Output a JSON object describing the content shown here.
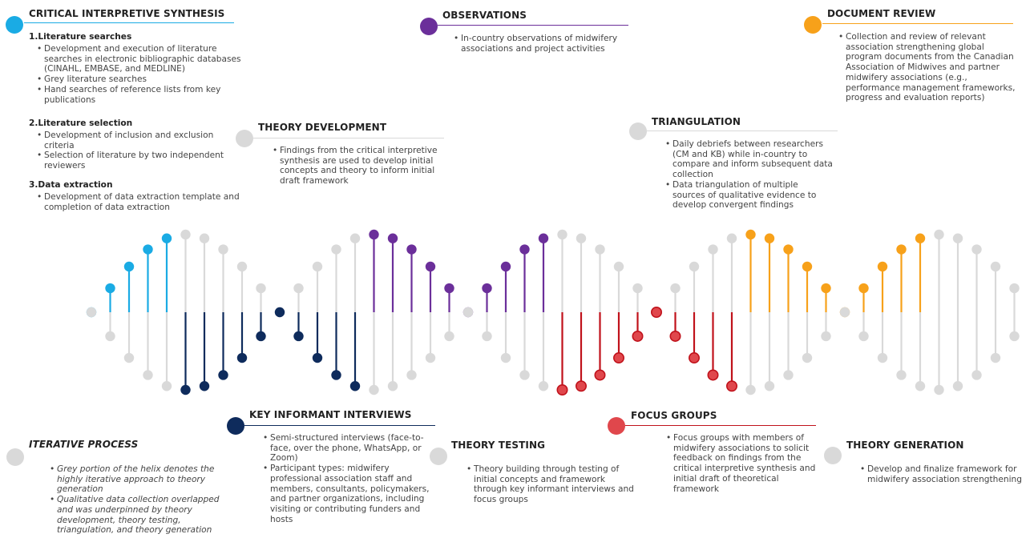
{
  "colors": {
    "blue": "#1aabe4",
    "navy": "#0e2b5c",
    "purple": "#6b2f9a",
    "grey": "#d9d9d9",
    "red": "#c0121b",
    "redfill": "#e0474c",
    "orange": "#f7a11a"
  },
  "cis": {
    "title": "CRITICAL INTERPRETIVE SYNTHESIS",
    "steps": [
      {
        "label": "1.Literature searches",
        "items": [
          "Development and execution of literature searches in electronic bibliographic databases (CINAHL, EMBASE, and MEDLINE)",
          "Grey literature searches",
          "Hand searches of reference lists from key publications"
        ]
      },
      {
        "label": "2.Literature selection",
        "items": [
          "Development of inclusion and exclusion criteria",
          "Selection of literature by two independent reviewers"
        ]
      },
      {
        "label": "3.Data extraction",
        "items": [
          "Development of data extraction template and completion of data extraction"
        ]
      }
    ]
  },
  "observations": {
    "title": "OBSERVATIONS",
    "items": [
      "In-country observations of midwifery associations and project activities"
    ]
  },
  "document_review": {
    "title": "DOCUMENT REVIEW",
    "items": [
      "Collection and review of relevant association strengthening global program documents from the Canadian Association of Midwives and partner midwifery associations (e.g., performance management frameworks, progress and evaluation reports)"
    ]
  },
  "theory_development": {
    "title": "THEORY DEVELOPMENT",
    "items": [
      "Findings from the critical interpretive synthesis are used to develop initial concepts and theory to inform initial draft framework"
    ]
  },
  "triangulation": {
    "title": "TRIANGULATION",
    "items": [
      "Daily debriefs between researchers (CM and KB) while in-country to compare and inform subsequent data collection",
      "Data triangulation of multiple sources of qualitative evidence to develop convergent findings"
    ]
  },
  "key_informant": {
    "title": "KEY INFORMANT INTERVIEWS",
    "items": [
      "Semi-structured interviews (face-to-face, over the phone, WhatsApp, or Zoom)",
      "Participant types: midwifery professional association staff and members, consultants, policymakers, and partner organizations, including visiting or contributing funders and hosts"
    ]
  },
  "focus_groups": {
    "title": "FOCUS GROUPS",
    "items": [
      "Focus groups with members of midwifery associations to solicit feedback on findings from the critical interpretive synthesis and initial draft of theoretical framework"
    ]
  },
  "iterative": {
    "title": "ITERATIVE PROCESS",
    "items": [
      "Grey portion of the helix denotes the highly iterative approach to theory generation",
      "Qualitative data collection overlapped and was underpinned by theory development, theory testing, triangulation, and theory generation"
    ]
  },
  "theory_testing": {
    "title": "THEORY TESTING",
    "items": [
      "Theory building through testing of initial concepts and framework through key informant interviews and focus groups"
    ]
  },
  "theory_generation": {
    "title": "THEORY GENERATION",
    "items": [
      "Develop and finalize framework for midwifery association strengthening"
    ]
  }
}
